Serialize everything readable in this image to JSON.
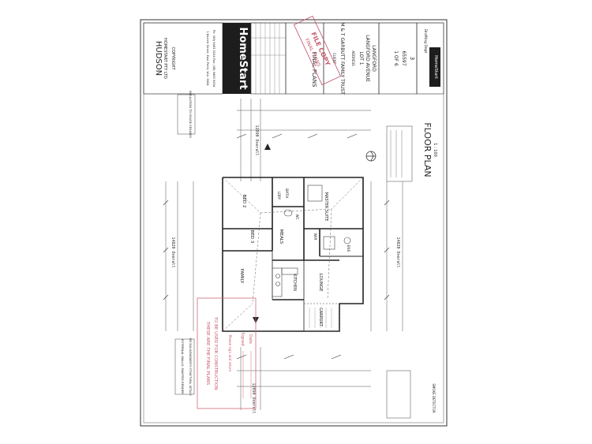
{
  "title_block": {
    "brand": "HomeStart",
    "builder_name": "HUDSON",
    "builder_sub": "HOMESTART PTY LTD",
    "builder_address": "1 Barrett Street, East Perth, W.A. 6004",
    "builder_contact": "Ph: (08) 9463 9224  Fax: (08) 9463 9254",
    "copyright": "COPYRIGHT",
    "client_label": "CLIENT",
    "client": "M & T GARBUTT FAMILY TRUST",
    "address_label": "ADDRESS",
    "lot": "LOT 1",
    "street": "LANGFORD AVENUE",
    "suburb": "LANGFORD",
    "stage": "FINAL PLANS",
    "drawing_title": "FLOOR PLAN",
    "sheet": "1 OF 6",
    "job_no": "65597",
    "revision": "3",
    "scale": "1 : 100",
    "drafting_label": "Drafting Dept",
    "brand_small": "HomeStart"
  },
  "rooms": {
    "bed2": "BED 2",
    "bed3": "BED 3",
    "family": "FAMILY",
    "meals": "MEALS",
    "kitchen": "KITCHEN",
    "lounge": "LOUNGE",
    "master": "MASTER SUITE",
    "carport": "CARPORT",
    "wir": "WIR",
    "ens": "ENS",
    "bath": "BATH",
    "wc": "WC",
    "ldry": "LDRY"
  },
  "dimensions": {
    "overall_top": "12090 Overall",
    "overall_bottom": "12090 Overall",
    "overall_side_a": "14820 Overall",
    "overall_side_b": "14820 Overall"
  },
  "notes": {
    "external_walls": "EXTERNAL WALLS: PAINTED RENDER",
    "structural": "SEE BUILD/ENGINEER'S STRUCTURAL DETAILS",
    "insulation": "INSULATION TO HOUSE CEILINGS",
    "smoke_detector": "SMOKE DETECTOR"
  },
  "stamps": {
    "final_plans": "FINAL PLANS",
    "file_copy": "FILE COPY",
    "drawn_stamp_1": "THESE ARE THE FINAL PLANS",
    "drawn_stamp_2": "TO BE USED FOR CONSTRUCTION",
    "drawn_stamp_3": "Please sign and return",
    "signed_label": "Signed",
    "date_label": "Date"
  }
}
